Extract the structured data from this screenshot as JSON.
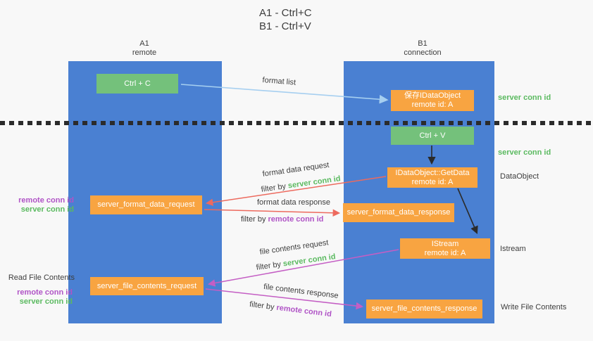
{
  "title": {
    "line1": "A1 - Ctrl+C",
    "line2": "B1 - Ctrl+V"
  },
  "columns": {
    "a1": {
      "id": "A1",
      "role": "remote"
    },
    "b1": {
      "id": "B1",
      "role": "connection"
    }
  },
  "nodes": {
    "ctrl_c": {
      "label": "Ctrl + C"
    },
    "save_idataobject": {
      "line1": "保存IDataObject",
      "line2": "remote id: A"
    },
    "ctrl_v": {
      "label": "Ctrl + V"
    },
    "getdata": {
      "line1": "IDataObject::GetData",
      "line2": "remote id: A"
    },
    "format_request": {
      "label": "server_format_data_request"
    },
    "format_response": {
      "label": "server_format_data_response"
    },
    "istream": {
      "line1": "IStream",
      "line2": "remote id: A"
    },
    "file_request": {
      "label": "server_file_contents_request"
    },
    "file_response": {
      "label": "server_file_contents_response"
    }
  },
  "side_labels": {
    "server_conn_id_top": "server conn id",
    "server_conn_id_mid": "server conn id",
    "dataobject": "DataObject",
    "istream": "Istream",
    "write_file_contents": "Write File Contents",
    "read_file_contents": "Read File Contents",
    "left_format": {
      "remote": "remote conn id",
      "server": "server conn id"
    },
    "left_file": {
      "remote": "remote conn id",
      "server": "server conn id"
    }
  },
  "arrow_labels": {
    "format_list": "format list",
    "format_data_request": "format data request",
    "format_data_response": "format data response",
    "file_contents_request": "file contents request",
    "file_contents_response": "file contents response",
    "filter_by": "filter by ",
    "server_conn_id": "server conn id",
    "remote_conn_id": "remote conn id"
  },
  "arrows": [
    {
      "name": "format-list",
      "from": "ctrl_c",
      "to": "save_idataobject",
      "color": "#a6cff0"
    },
    {
      "name": "ctrlv-to-getdata",
      "from": "ctrl_v",
      "to": "getdata",
      "color": "#2b2b2b"
    },
    {
      "name": "format-data-request",
      "from": "getdata",
      "to": "format_request",
      "color": "#ed6a5e"
    },
    {
      "name": "format-data-response",
      "from": "format_request",
      "to": "format_response",
      "color": "#ed6a5e"
    },
    {
      "name": "getdata-to-istream",
      "from": "getdata",
      "to": "istream",
      "color": "#2b2b2b"
    },
    {
      "name": "file-contents-request",
      "from": "istream",
      "to": "file_request",
      "color": "#c45ec4"
    },
    {
      "name": "file-contents-response",
      "from": "file_request",
      "to": "file_response",
      "color": "#c45ec4"
    }
  ],
  "colors": {
    "background": "#f8f8f8",
    "column_blue": "#4a80d2",
    "box_green": "#74c17b",
    "box_orange": "#f8a441",
    "green_text": "#5bba60",
    "purple_text": "#b054c6",
    "arrow_red": "#ed6a5e",
    "arrow_magenta": "#c45ec4",
    "arrow_light_blue": "#a6cff0",
    "arrow_black": "#2b2b2b",
    "dark_text": "#3d3d3d"
  }
}
